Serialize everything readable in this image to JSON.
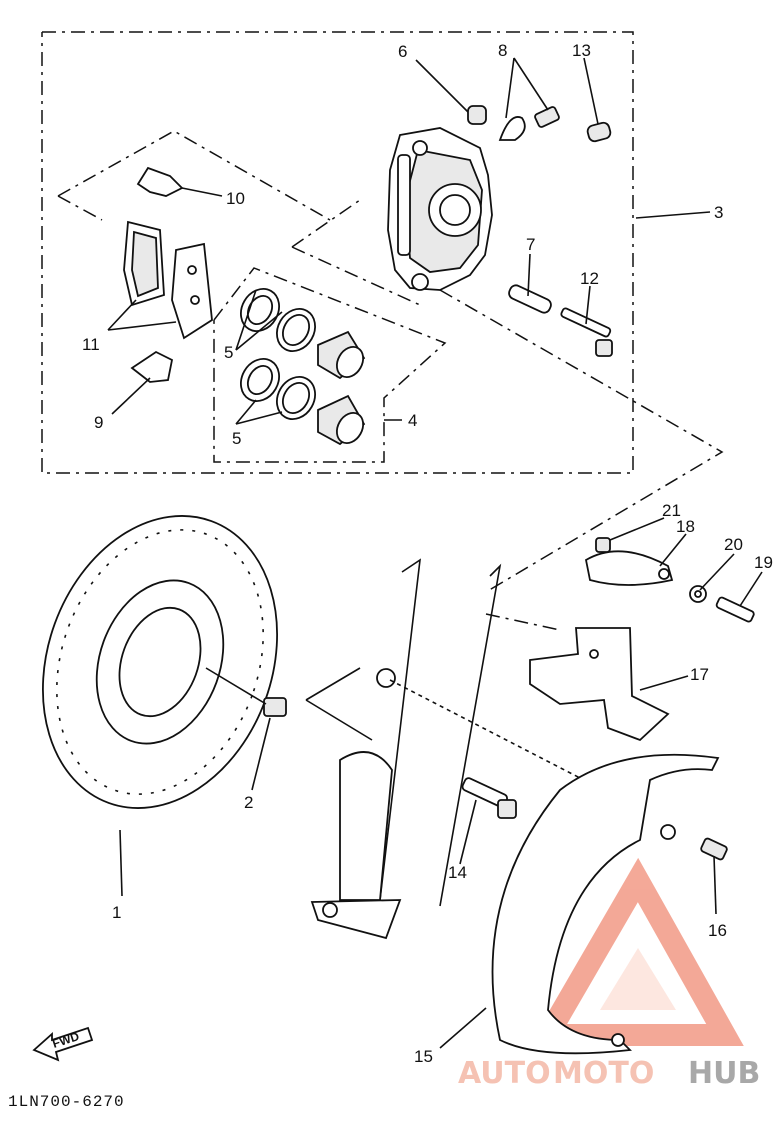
{
  "callouts": {
    "c1": "1",
    "c2": "2",
    "c3": "3",
    "c4": "4",
    "c5a": "5",
    "c5b": "5",
    "c6": "6",
    "c7": "7",
    "c8": "8",
    "c9": "9",
    "c10": "10",
    "c11": "11",
    "c12": "12",
    "c13": "13",
    "c14": "14",
    "c15": "15",
    "c16": "16",
    "c17": "17",
    "c18": "18",
    "c19": "19",
    "c20": "20",
    "c21": "21"
  },
  "fwd_label": "FWD",
  "diagram_code": "1LN700-6270",
  "watermark": {
    "part1": "AUTO",
    "part2": "MOTO",
    "part3": "HUB",
    "accent": "#f4a08c",
    "gray": "#8f8f8f"
  }
}
